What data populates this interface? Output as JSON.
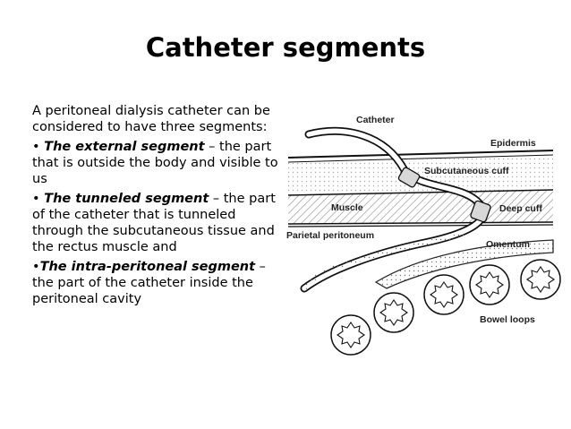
{
  "slide": {
    "title": "Catheter segments",
    "intro": "A peritoneal dialysis catheter can be considered to have three segments:",
    "segments": [
      {
        "bullet": "•",
        "name": "The external segment",
        "text": " – the part that is outside the body and visible to us"
      },
      {
        "bullet": "•",
        "name": "The tunneled segment",
        "text": " – the part of the catheter that is tunneled through the subcutaneous tissue and the rectus muscle and"
      },
      {
        "bullet": "•",
        "name": "The intra-peritoneal segment",
        "text": " – the part of the catheter inside the peritoneal cavity"
      }
    ]
  },
  "diagram": {
    "labels": {
      "catheter": "Catheter",
      "epidermis": "Epidermis",
      "subcutaneous_cuff": "Subcutaneous cuff",
      "muscle": "Muscle",
      "deep_cuff": "Deep cuff",
      "parietal_peritoneum": "Parietal peritoneum",
      "omentum": "Omentum",
      "bowel_loops": "Bowel loops"
    }
  }
}
